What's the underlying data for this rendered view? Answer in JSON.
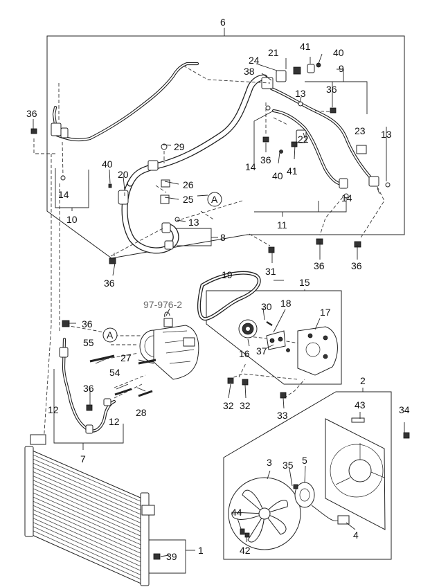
{
  "callouts": {
    "c1": "1",
    "c2": "2",
    "c3": "3",
    "c4": "4",
    "c5": "5",
    "c6": "6",
    "c7": "7",
    "c8": "8",
    "c9": "9",
    "c10": "10",
    "c11": "11",
    "c12a": "12",
    "c12b": "12",
    "c13a": "13",
    "c13b": "13",
    "c13c": "13",
    "c14a": "14",
    "c14b": "14",
    "c14c": "14",
    "c15": "15",
    "c16": "16",
    "c17": "17",
    "c18": "18",
    "c19": "19",
    "c20": "20",
    "c21": "21",
    "c22": "22",
    "c23": "23",
    "c24": "24",
    "c25": "25",
    "c26": "26",
    "c27": "27",
    "c28": "28",
    "c29": "29",
    "c30": "30",
    "c31": "31",
    "c32a": "32",
    "c32b": "32",
    "c33": "33",
    "c34": "34",
    "c35": "35",
    "c36a": "36",
    "c36b": "36",
    "c36c": "36",
    "c36d": "36",
    "c36e": "36",
    "c36f": "36",
    "c36g": "36",
    "c36h": "36",
    "c37": "37",
    "c38": "38",
    "c39": "39",
    "c40a": "40",
    "c40b": "40",
    "c40c": "40",
    "c41a": "41",
    "c41b": "41",
    "c42": "42",
    "c43": "43",
    "c44": "44",
    "c54": "54",
    "c55": "55"
  },
  "reference_marks": {
    "a_top": "A",
    "a_left": "A"
  },
  "cross_reference": "97-976-2"
}
